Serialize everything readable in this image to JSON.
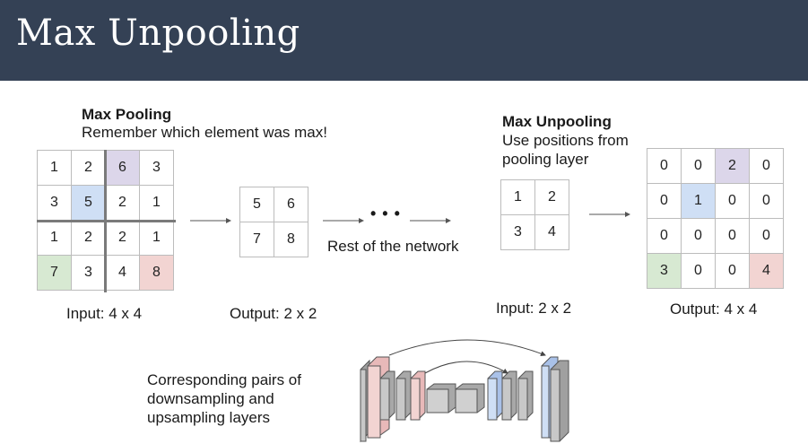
{
  "header": {
    "title": "Max Unpooling"
  },
  "pooling": {
    "title": "Max Pooling",
    "subtitle": "Remember which element was max!",
    "input_grid": [
      [
        "1",
        "2",
        "6",
        "3"
      ],
      [
        "3",
        "5",
        "2",
        "1"
      ],
      [
        "1",
        "2",
        "2",
        "1"
      ],
      [
        "7",
        "3",
        "4",
        "8"
      ]
    ],
    "input_label": "Input: 4 x 4",
    "output_grid": [
      [
        "5",
        "6"
      ],
      [
        "7",
        "8"
      ]
    ],
    "output_label": "Output: 2 x 2"
  },
  "middle": {
    "dots": "• • •",
    "rest_label": "Rest of the network"
  },
  "unpooling": {
    "title": "Max Unpooling",
    "subtitle_line1": "Use positions from",
    "subtitle_line2": "pooling layer",
    "input_grid": [
      [
        "1",
        "2"
      ],
      [
        "3",
        "4"
      ]
    ],
    "input_label": "Input: 2 x 2",
    "output_grid": [
      [
        "0",
        "0",
        "2",
        "0"
      ],
      [
        "0",
        "1",
        "0",
        "0"
      ],
      [
        "0",
        "0",
        "0",
        "0"
      ],
      [
        "3",
        "0",
        "0",
        "4"
      ]
    ],
    "output_label": "Output: 4 x 4"
  },
  "caption": {
    "line1": "Corresponding pairs of",
    "line2": "downsampling and",
    "line3": "upsampling layers"
  },
  "colors": {
    "header_bg": "#344155",
    "purple": "#dcd6ea",
    "blue": "#cfdff5",
    "green": "#d7e9d2",
    "red": "#f2d4d2",
    "gray_layer": "#c8c8c8"
  }
}
